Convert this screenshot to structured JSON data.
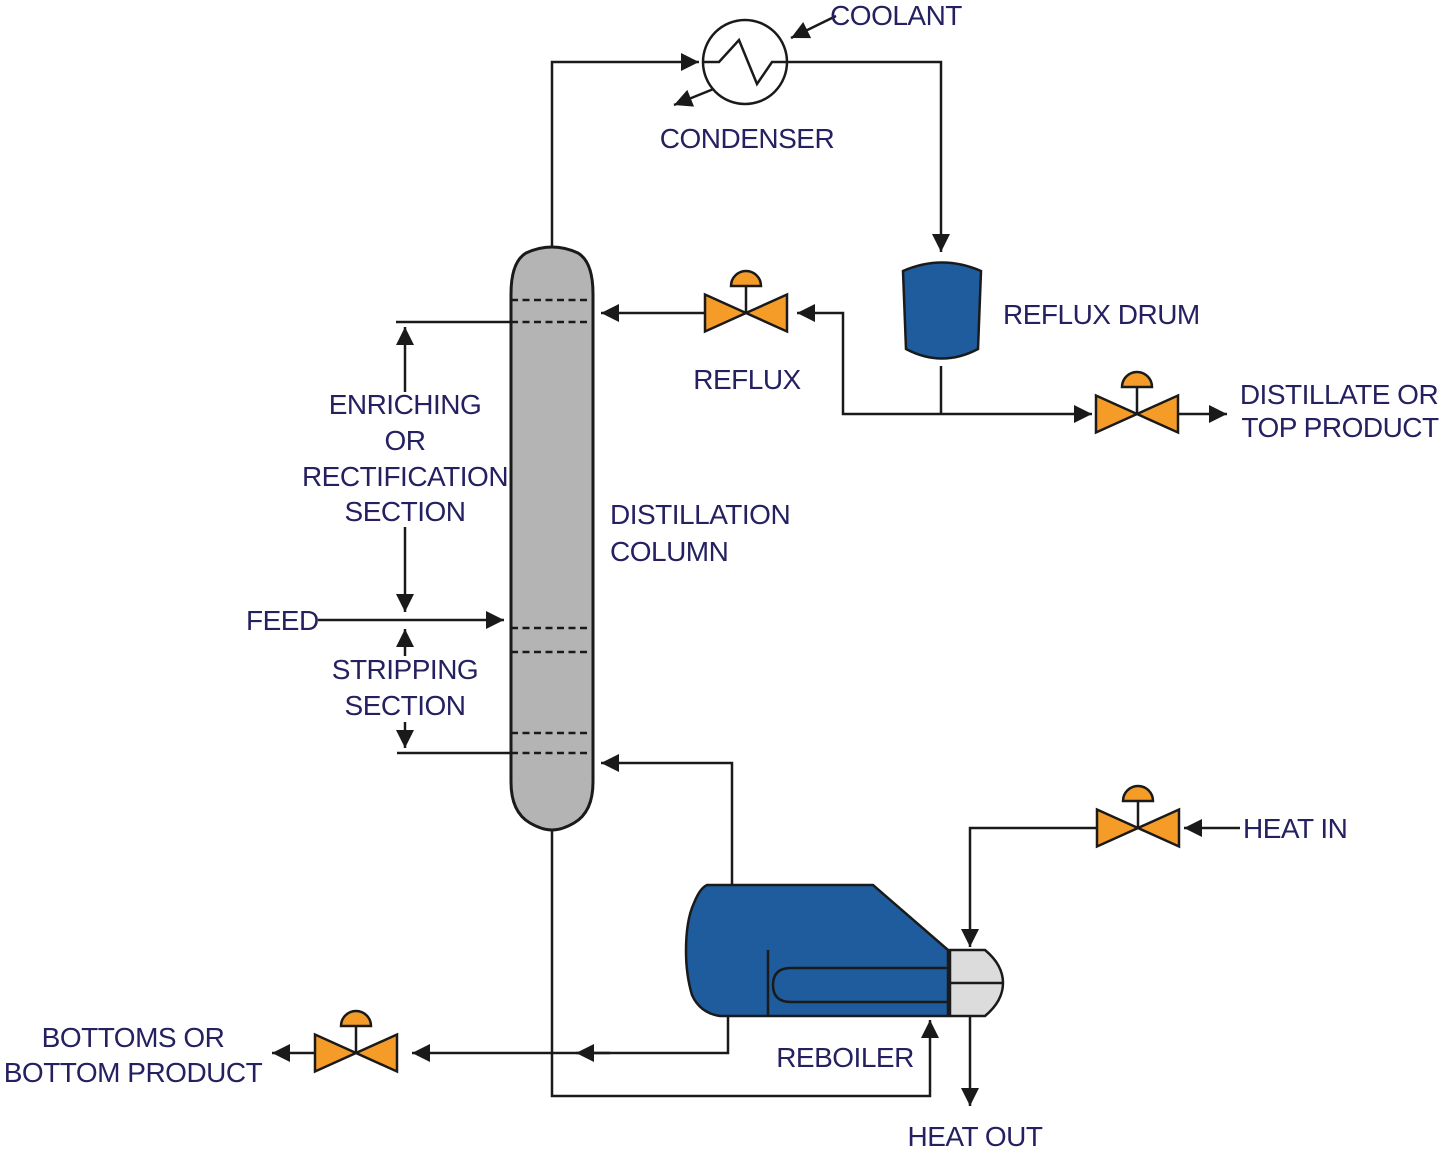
{
  "diagram_title": "Distillation column system",
  "colors": {
    "line": "#1a1a1a",
    "text": "#252160",
    "vessel_blue": "#1e5c9d",
    "column_gray": "#b4b4b4",
    "cap_gray": "#dcdcdc",
    "valve_orange": "#f59c28",
    "background": "#ffffff"
  },
  "labels": {
    "coolant": "COOLANT",
    "condenser": "CONDENSER",
    "reflux_drum": "REFLUX DRUM",
    "reflux": "REFLUX",
    "distillate_line1": "DISTILLATE OR",
    "distillate_line2": "TOP PRODUCT",
    "enriching_line1": "ENRICHING",
    "enriching_line2": "OR",
    "enriching_line3": "RECTIFICATION",
    "enriching_line4": "SECTION",
    "column_line1": "DISTILLATION",
    "column_line2": "COLUMN",
    "feed": "FEED",
    "stripping_line1": "STRIPPING",
    "stripping_line2": "SECTION",
    "heat_in": "HEAT IN",
    "reboiler": "REBOILER",
    "bottoms_line1": "BOTTOMS OR",
    "bottoms_line2": "BOTTOM PRODUCT",
    "heat_out": "HEAT OUT"
  },
  "equipment": [
    {
      "name": "condenser",
      "symbol": "heat-exchanger-circle-zigzag"
    },
    {
      "name": "reflux-drum",
      "symbol": "vertical-drum"
    },
    {
      "name": "distillation-column",
      "symbol": "tray-column",
      "tray_lines": 6
    },
    {
      "name": "reboiler",
      "symbol": "kettle-reboiler-with-tube-bundle"
    },
    {
      "name": "control-valves",
      "symbol": "globe-valve-with-actuator",
      "count": 4,
      "locations": [
        "reflux line",
        "distillate line",
        "heat in line",
        "bottoms line"
      ]
    }
  ]
}
